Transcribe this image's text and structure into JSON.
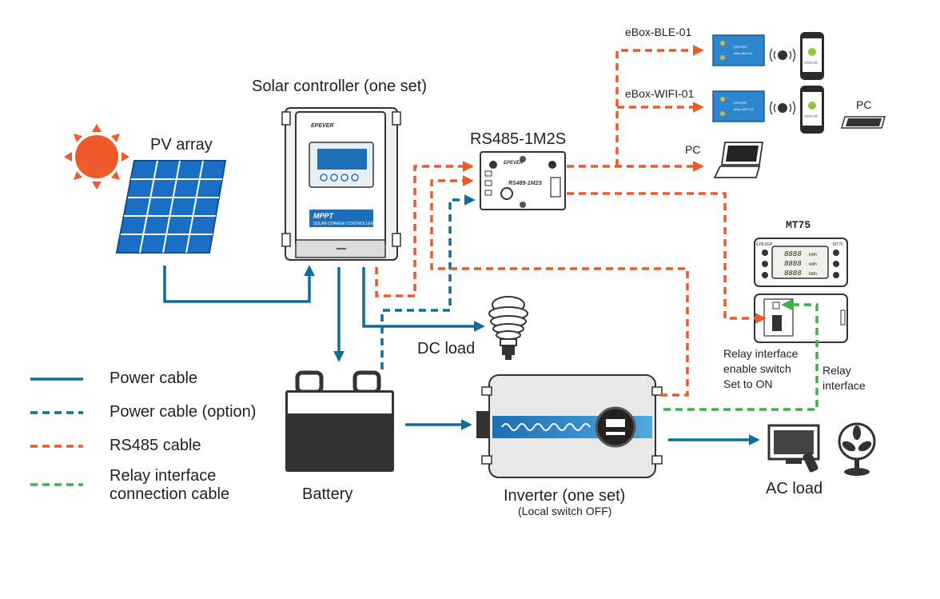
{
  "labels": {
    "pv_array": "PV array",
    "solar_controller": "Solar controller (one set)",
    "rs485_module": "RS485-1M2S",
    "ebox_ble": "eBox-BLE-01",
    "ebox_wifi": "eBox-WIFI-01",
    "pc_top": "PC",
    "pc_mid": "PC",
    "mt75": "MT75",
    "dc_load": "DC load",
    "battery": "Battery",
    "inverter": "Inverter (one set)",
    "inverter_note": "(Local switch OFF)",
    "ac_load": "AC load",
    "relay_switch_1": "Relay interface",
    "relay_switch_2": "enable switch",
    "relay_switch_3": "Set to ON",
    "relay_iface_1": "Relay",
    "relay_iface_2": "interface"
  },
  "device_text": {
    "controller_brand": "EPEVER",
    "controller_mppt": "MPPT",
    "controller_sub": "SOLAR CHARGE CONTROLLER",
    "module_brand": "EPEVER",
    "module_name": "RS485-1M2S",
    "mt75_brand": "EPEVER",
    "mt75_model": "MT75",
    "mt75_row1": "8888",
    "mt75_row2": "8888",
    "mt75_row3": "8888",
    "mt75_unit1": "kWh",
    "mt75_unit2": "kWh",
    "mt75_unit3": "kWh",
    "ble_brand": "EPEVER",
    "ble_name": "eBox-BLE-01",
    "wifi_brand": "EPEVER",
    "wifi_name": "eBox-WIFI-01",
    "phone_os": "android"
  },
  "legend": [
    {
      "label": "Power cable",
      "style": "solid",
      "color": "#0e6e9a"
    },
    {
      "label": "Power cable (option)",
      "style": "dashed",
      "color": "#0e6e9a"
    },
    {
      "label": "RS485 cable",
      "style": "dashed",
      "color": "#ea5a2b"
    },
    {
      "label": "Relay interface",
      "label2": "connection cable",
      "style": "dashed",
      "color": "#3db24a"
    }
  ],
  "colors": {
    "power": "#0e6e9a",
    "rs485": "#ea5a2b",
    "relay": "#3db24a",
    "sun": "#ef5b2b",
    "panel": "#1a6fc4"
  },
  "icons": [
    "sun-icon",
    "solar-panel-icon",
    "bulb-icon",
    "battery-icon",
    "inverter-icon",
    "monitor-icon",
    "fan-icon",
    "laptop-icon",
    "phone-icon",
    "bluetooth-icon",
    "wifi-icon"
  ]
}
